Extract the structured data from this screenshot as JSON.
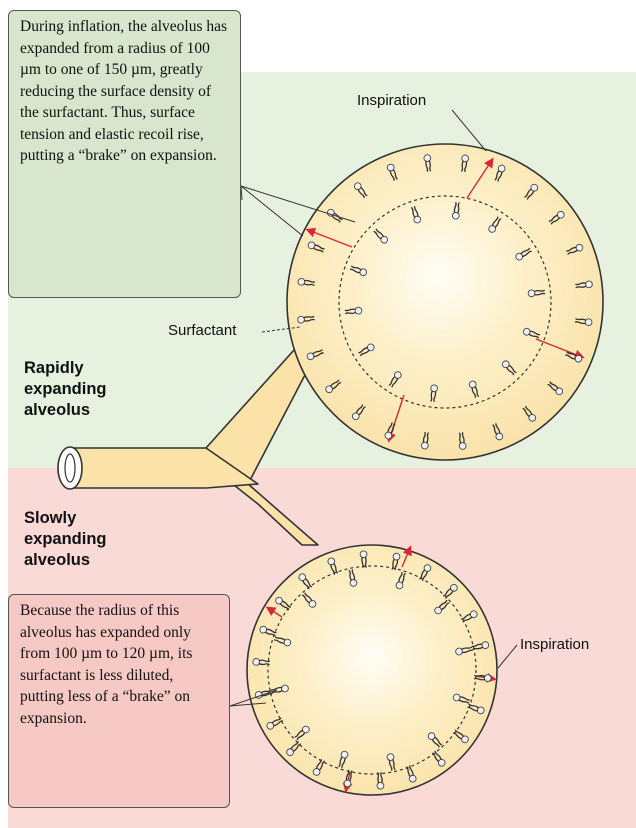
{
  "colors": {
    "top_panel": "#e7f1df",
    "bottom_panel": "#f9dad6",
    "alveolus_fill": "#fae2a8",
    "alveolus_center": "#fffbef",
    "arrow": "#d9263a",
    "callout_top_bg": "#d7e6cc",
    "callout_bottom_bg": "#f6c9c4"
  },
  "callouts": {
    "top": "During inflation, the alveolus has expanded from a radius of 100 µm to one of 150 µm, greatly reducing the surface density of the surfactant. Thus, surface tension and elastic recoil rise, putting a “brake” on expansion.",
    "bottom": "Because the radius of this alveolus has expanded only from 100 µm to 120 µm, its surfactant is less diluted, putting less of a “brake” on expansion."
  },
  "labels": {
    "inspiration_top": "Inspiration",
    "surfactant": "Surfactant",
    "rapidly_expanding": "Rapidly expanding alveolus",
    "slowly_expanding": "Slowly expanding alveolus",
    "inspiration_bottom": "Inspiration"
  }
}
